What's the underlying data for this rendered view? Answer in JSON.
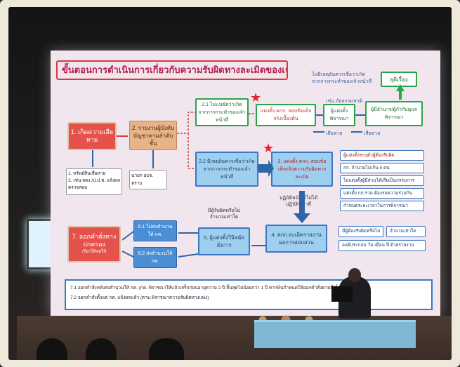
{
  "slide": {
    "title": "ขั้นตอนการดำเนินการเกี่ยวกับความรับผิดทางละเมิดของเจ้าหน้าที่",
    "note_top_right_1": "ไม่มีเหตุอันควรเชื่อว่าเกิด",
    "note_top_right_2": "จากการกระทำของเจ้าหน้าที่",
    "end_label": "ยุติเรื่อง",
    "note_green_label": "เช่น ภัยธรรมชาติ",
    "step1": "1. เกิดความเสียหาย",
    "step1_sub_1": "1. ทรัพย์สินเสียหาย",
    "step1_sub_2": "2. เช่น สตง./ป.ป.ช. แจ้งผลตรวจสอบ",
    "step2": "2. รายงานผู้บังคับบัญชาตามลำดับชั้น",
    "step2_sub": "นายก อบจ. ทราบ",
    "step21": "2.1 ไม่แน่ชัดว่าเกิดจากการกระทำของเจ้าหน้าที่",
    "step22": "2.2 มีเหตุอันควรเชื่อว่าเกิดจากการกระทำของเจ้าหน้าที่",
    "step_fact": "แต่งตั้ง คกก. สอบข้อเท็จจริงเบื้องต้น",
    "step_appoint_review": "ผู้แต่งตั้งพิจารณา",
    "step_authority": "ผู้มีอำนาจ/ผู้กำกับดูแล พิจารณา",
    "label_damage_a": "เสียหาย",
    "label_damage_b": "เสียหาย",
    "step3": "3. แต่งตั้ง คกก. สอบข้อเท็จจริงความรับผิดทางละเมิด",
    "side_items": [
      "ผู้แต่งตั้งระบุตัวผู้ต้องรับผิด",
      "กก. จำนวนไม่เกิน 5 คน",
      "ไม่แต่งตั้งผู้มีส่วนได้เสียเป็นกรรมการ",
      "แต่งตั้ง กก.รวม ต้องรอความร่วมกัน",
      "กำหนดระยะเวลาในการพิจารณา"
    ],
    "step3_branch": "ปฏิบัติหน้าที่/ไม่ได้ปฏิบัติหน้าที่",
    "step4": "4. คกก.ละเมิดรายงานผลการสอบสวน",
    "step4_side_1": "มีผู้ต้องรับผิดหรือไม่",
    "step4_side_2": "จำนวนเท่าใด",
    "step4_side_3": "องค์ประกอบ วัน เดือน ปี ด้วยรายงาน",
    "step5": "5. ผู้แต่งตั้งวินิจฉัยสั่งการ",
    "step5_note": "มีผู้รับผิดหรือไม่ จำนวนเท่าใด",
    "step61": "6.1 ไม่ส่งสำนวนให้ กค.",
    "step62": "6.2 ส่งสำนวนให้ กค.",
    "step7": "7. ออกคำสั่งทางปกครอง",
    "step7_sub": "เรียกให้ชดใช้",
    "bottom_1": "7.1 ออกคำสั่งหลังส่งสำนวนให้ กค. (กค. พิจารณาให้แล้วเสร็จก่อนอายุความ 2 ปี สิ้นสุดไม่น้อยกว่า 1 ปี หากพ้นกำหนดให้ออกคำสั่งตามที่เห็นสมควร",
    "bottom_2": "7.2 ออกคำสั่งตั้งแต่ กค. แจ้งผลแล้ว (ตาม.พิจารณาความรับผิดทางแพ่ง)"
  },
  "colors": {
    "slide_bg": "#f2e6ee",
    "title_border": "#d43b3b",
    "step_red": "#e4524b",
    "step_blue": "#9fcfee",
    "step_green_border": "#29a44a",
    "star": "#e2262a"
  }
}
